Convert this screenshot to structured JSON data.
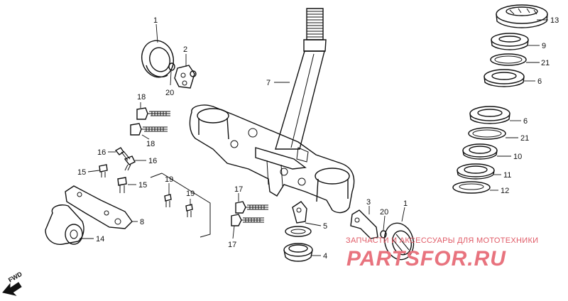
{
  "callouts": {
    "c1a": "1",
    "c2": "2",
    "c20a": "20",
    "c7": "7",
    "c18a": "18",
    "c18b": "18",
    "c16a": "16",
    "c16b": "16",
    "c15a": "15",
    "c15b": "15",
    "c19a": "19",
    "c19b": "19",
    "c8": "8",
    "c14": "14",
    "c17a": "17",
    "c17b": "17",
    "c5": "5",
    "c4": "4",
    "c3": "3",
    "c20b": "20",
    "c1b": "1",
    "c13": "13",
    "c9": "9",
    "c21a": "21",
    "c6a": "6",
    "c6b": "6",
    "c21b": "21",
    "c10": "10",
    "c11": "11",
    "c12": "12"
  },
  "direction_marker": "FWD",
  "watermark": {
    "caption": "ЗАПЧАСТИ И АКСЕССУАРЫ ДЛЯ МОТОТЕХНИКИ",
    "brand": "PARTSFOR.RU"
  },
  "colors": {
    "ink": "#111111",
    "watermark": "#e8737e"
  }
}
